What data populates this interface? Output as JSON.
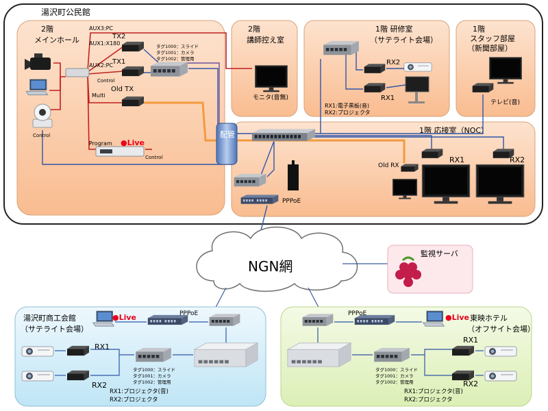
{
  "building": {
    "title": "湯沢町公民館",
    "main_hall": {
      "line1": "2階",
      "line2": "メインホール"
    },
    "lecturer_room": {
      "line1": "2階",
      "line2": "講師控え室",
      "monitor": "モニタ(音無)"
    },
    "training_room": {
      "line1": "1階 研修室",
      "line2": "（サテライト会場）",
      "rx1": "RX1",
      "rx2": "RX2",
      "note1": "RX1:電子黒板(音)",
      "note2": "RX2:プロジェクタ"
    },
    "staff_room": {
      "line1": "1階",
      "line2": "スタッフ部屋",
      "line3": "（新聞部屋）",
      "tv": "テレビ(音)"
    },
    "reception_room": {
      "title": "1階 応接室（NOC）",
      "old_rx": "Old RX",
      "rx1": "RX1",
      "rx2": "RX2",
      "pppoe": "PPPoE"
    },
    "main_hall_labels": {
      "aux3": "AUX3:PC",
      "aux1": "AUX1:X180",
      "aux2": "AUX2:PC",
      "tx2": "TX2",
      "tx1": "TX1",
      "old_tx": "Old TX",
      "multi": "Multi",
      "control": "Control",
      "program": "Program",
      "live": "●Live",
      "tags": [
        "タグ1000：スライド",
        "タグ1001：カメラ",
        "タグ1002：管理用"
      ]
    },
    "pipe_label": "配管"
  },
  "network": {
    "label": "NGN網"
  },
  "monitor_server": {
    "label": "監視サーバ"
  },
  "chamber": {
    "title1": "湯沢町商工会館",
    "title2": "（サテライト会場）",
    "live": "●Live",
    "pppoe": "PPPoE",
    "rx1": "RX1",
    "rx2": "RX2",
    "tags": [
      "タグ1000：スライド",
      "タグ1001：カメラ",
      "タグ1002：管理用"
    ],
    "note1": "RX1:プロジェクタ(音)",
    "note2": "RX2:プロジェクタ"
  },
  "hotel": {
    "title1": "東映ホテル",
    "title2": "（オフサイト会場）",
    "live": "●Live",
    "pppoe": "PPPoE",
    "rx1": "RX1",
    "rx2": "RX2",
    "tags": [
      "タグ1000：スライド",
      "タグ1001：カメラ",
      "タグ1002：管理用"
    ],
    "note1": "RX1:プロジェクタ(音)",
    "note2": "RX2:プロジェクタ"
  },
  "colors": {
    "live": "#e8001c",
    "orange_area": "#fbc9a1",
    "blue_area": "#cdeaf6",
    "green_area": "#e4f2c4"
  }
}
